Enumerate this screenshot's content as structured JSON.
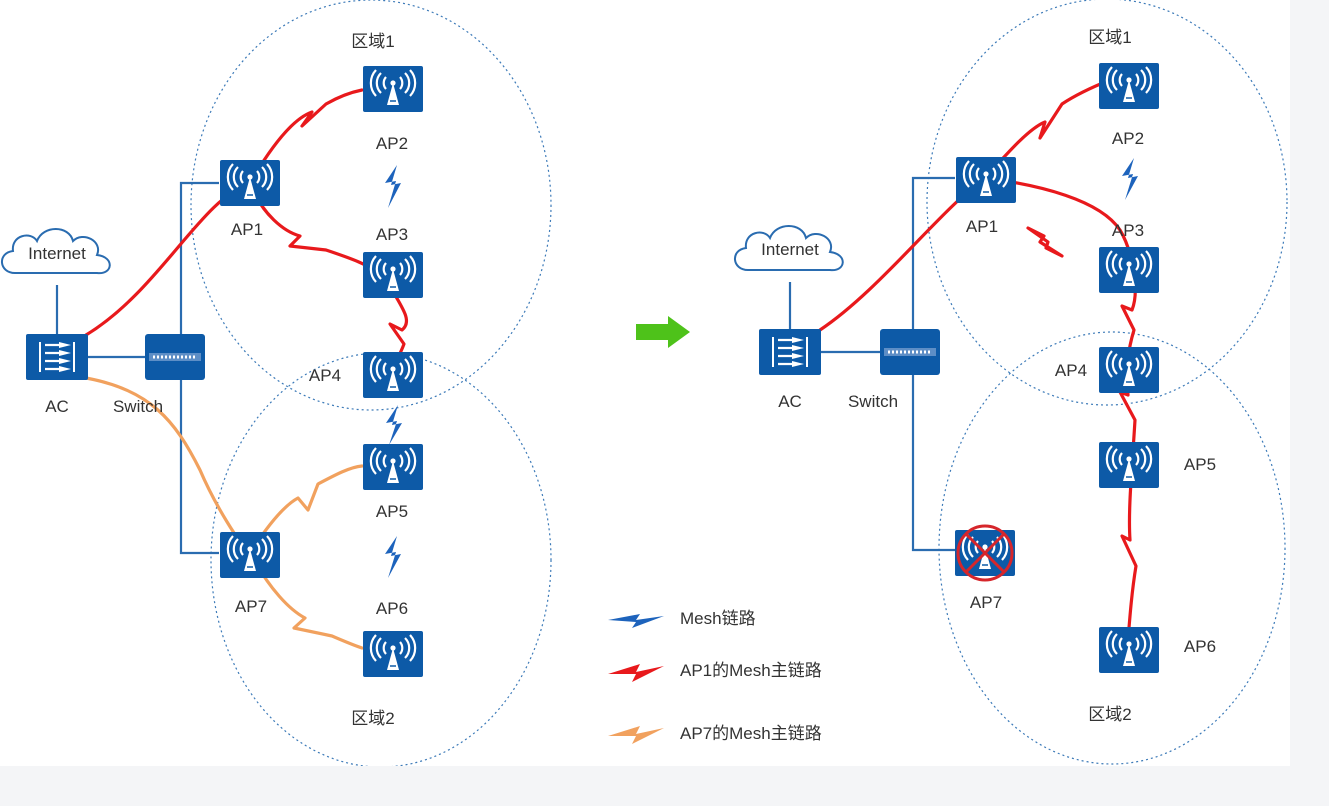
{
  "colors": {
    "device_blue": "#0d5aa7",
    "wire_blue": "#2a6cb0",
    "mesh_link": "#1d63bc",
    "ap1_main_link": "#e8191c",
    "ap7_main_link": "#f1a15e",
    "arrow_green": "#4ec21a",
    "failure_mark": "#d6262b"
  },
  "icons": {
    "ap": "wifi-ap-icon",
    "ac": "access-controller-icon",
    "switch": "switch-icon",
    "cloud": "cloud-icon",
    "arrow": "green-arrow-icon",
    "failure": "failure-cross-icon"
  },
  "before": {
    "internet": "Internet",
    "ac": "AC",
    "switch": "Switch",
    "zone1": "区域1",
    "zone2": "区域2",
    "ap1": "AP1",
    "ap2": "AP2",
    "ap3": "AP3",
    "ap4": "AP4",
    "ap5": "AP5",
    "ap6": "AP6",
    "ap7": "AP7"
  },
  "after": {
    "internet": "Internet",
    "ac": "AC",
    "switch": "Switch",
    "zone1": "区域1",
    "zone2": "区域2",
    "ap1": "AP1",
    "ap2": "AP2",
    "ap3": "AP3",
    "ap4": "AP4",
    "ap5": "AP5",
    "ap6": "AP6",
    "ap7": "AP7"
  },
  "legend": {
    "mesh": "Mesh链路",
    "ap1_main": "AP1的Mesh主链路",
    "ap7_main": "AP7的Mesh主链路"
  }
}
